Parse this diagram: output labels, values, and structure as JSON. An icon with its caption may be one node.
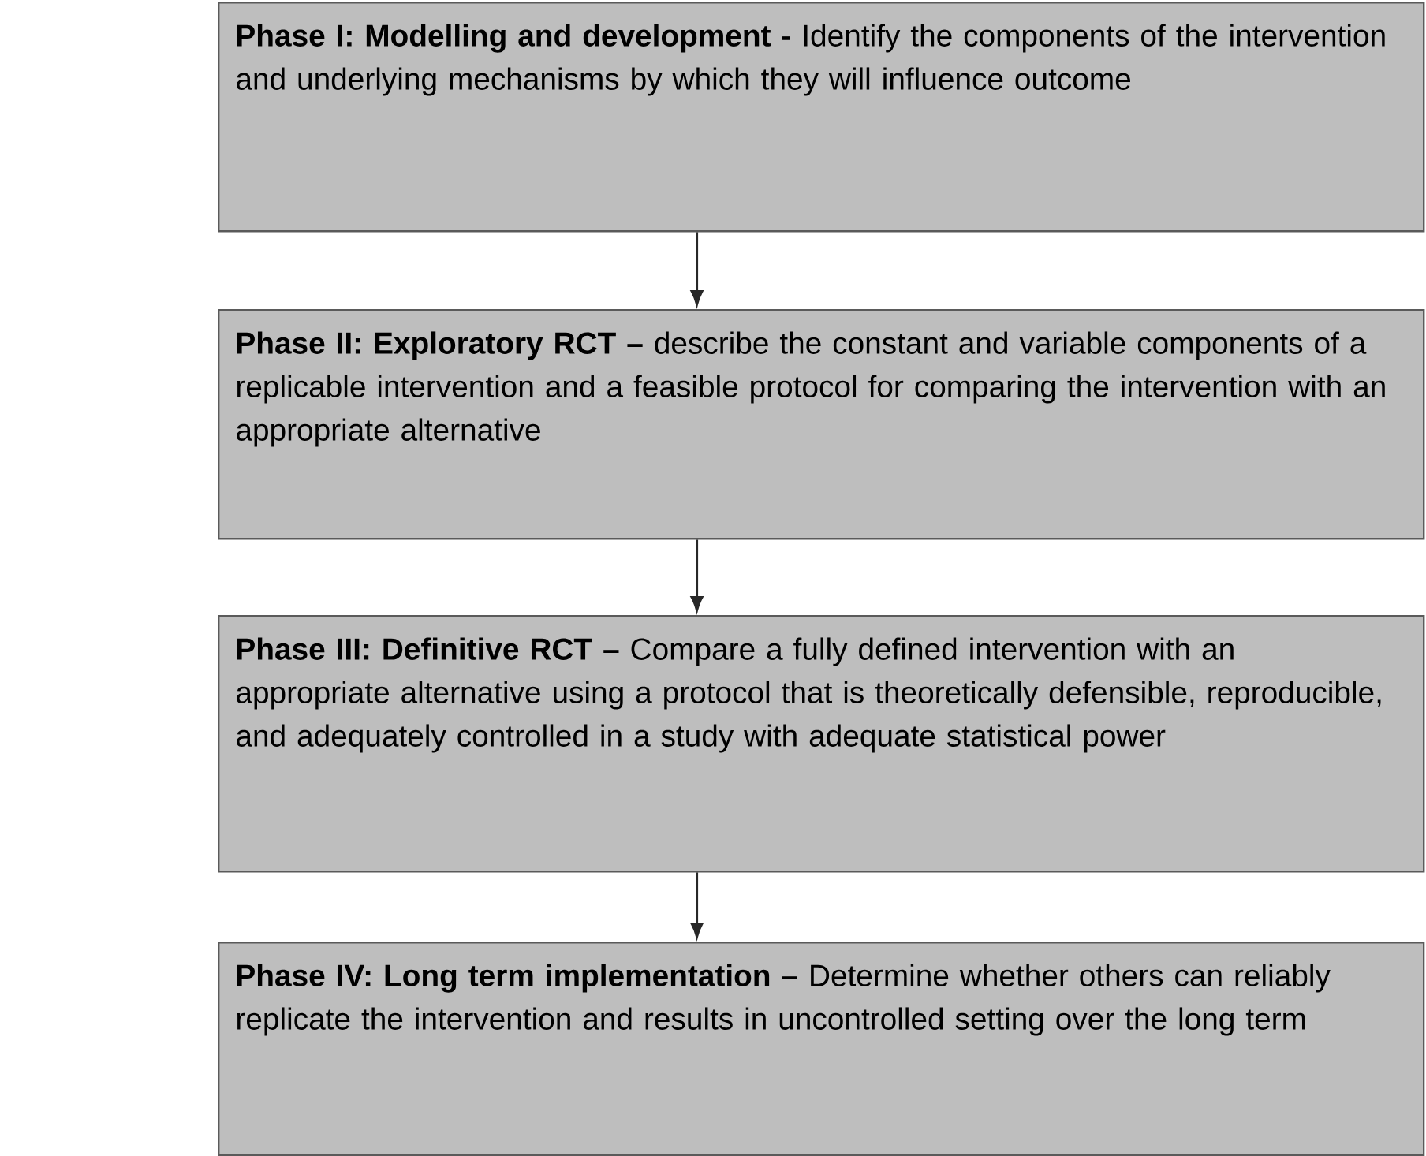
{
  "diagram": {
    "nodes": [
      {
        "text": [
          "**Phase I: Modelling and development -** Identify the components of the intervention and underlying mechanisms by which they will influence outcome"
        ]
      },
      {
        "text": [
          "**Phase II: Exploratory RCT –** describe the constant and variable components of a replicable intervention and a feasible protocol for comparing the intervention with an appropriate alternative"
        ]
      },
      {
        "text": [
          "**Phase III: Definitive RCT –** Compare a fully defined intervention with an appropriate alternative using a protocol that is theoretically defensible, reproducible, and adequately controlled in a study with adequate statistical power"
        ]
      },
      {
        "text": [
          "**Phase IV: Long term implementation –** Determine whether others can reliably replicate the intervention and results in uncontrolled setting over the long term"
        ]
      }
    ],
    "edges": [
      {
        "from": 0,
        "to": 1,
        "arrow": "to"
      },
      {
        "from": 1,
        "to": 2,
        "arrow": "to"
      },
      {
        "from": 2,
        "to": 3,
        "arrow": "to"
      }
    ]
  }
}
